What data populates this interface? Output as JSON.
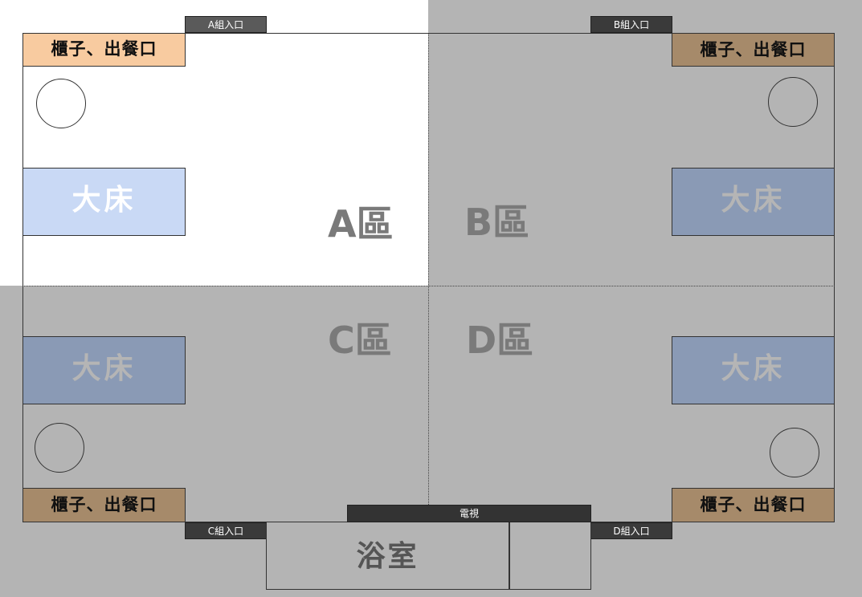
{
  "colors": {
    "background": "#b4b4b4",
    "zone_a_background": "#ffffff",
    "counter_a": "#f8cba0",
    "counter_other": "#a68a6a",
    "bed_a": "#c9d9f5",
    "bed_other": "#8a9ab5",
    "entrance": "#3a3a3a"
  },
  "entrances": {
    "a": "A組入口",
    "b": "B組入口",
    "c": "C組入口",
    "d": "D組入口"
  },
  "counters": {
    "a": "櫃子、出餐口",
    "b": "櫃子、出餐口",
    "c": "櫃子、出餐口",
    "d": "櫃子、出餐口"
  },
  "beds": {
    "a": "大床",
    "b": "大床",
    "c": "大床",
    "d": "大床"
  },
  "zones": {
    "a": "A區",
    "b": "B區",
    "c": "C區",
    "d": "D區"
  },
  "tv": "電視",
  "bathroom": "浴室"
}
